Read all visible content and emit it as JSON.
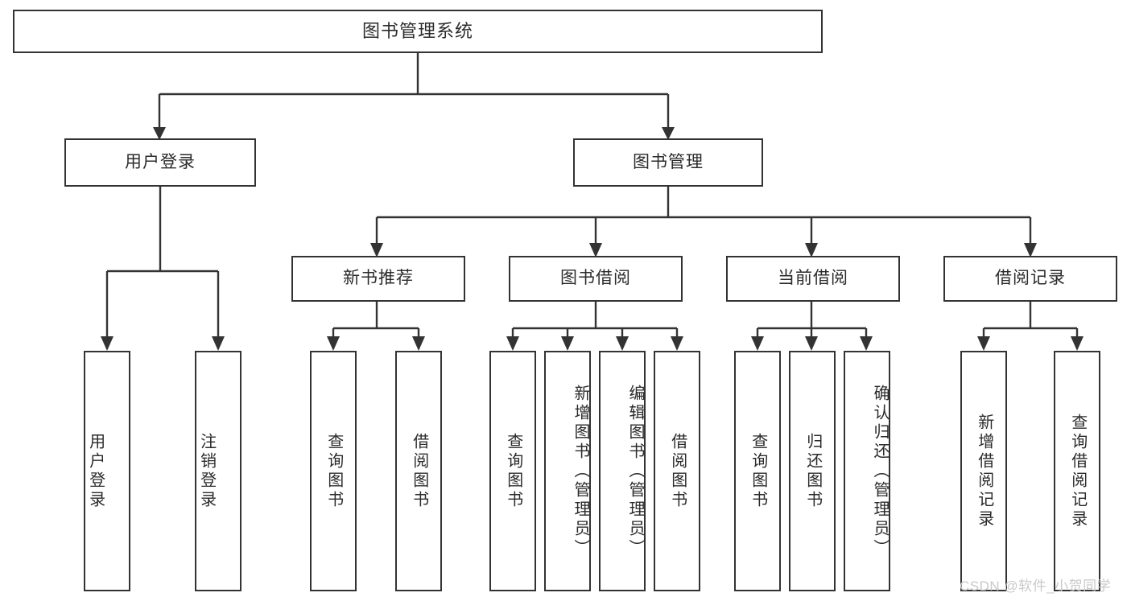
{
  "diagram": {
    "title": "图书管理系统",
    "watermark": "CSDN @软件_小贺同学",
    "level2": {
      "user_login": "用户登录",
      "book_manage": "图书管理"
    },
    "level3": {
      "new_book_recommend": "新书推荐",
      "book_borrow": "图书借阅",
      "current_borrow": "当前借阅",
      "borrow_record": "借阅记录"
    },
    "leaves": {
      "user_login_children": [
        "用户登录",
        "注销登录"
      ],
      "new_book_recommend_children": [
        "查询图书",
        "借阅图书"
      ],
      "book_borrow_children": [
        "查询图书",
        "新增图书（管理员）",
        "编辑图书（管理员）",
        "借阅图书"
      ],
      "current_borrow_children": [
        "查询图书",
        "归还图书",
        "确认归还（管理员）"
      ],
      "borrow_record_children": [
        "新增借阅记录",
        "查询借阅记录"
      ]
    }
  },
  "chart_data": {
    "type": "table",
    "title": "图书管理系统",
    "nodes": [
      {
        "id": "root",
        "label": "图书管理系统",
        "level": 0,
        "parent": null
      },
      {
        "id": "user_login",
        "label": "用户登录",
        "level": 1,
        "parent": "root"
      },
      {
        "id": "book_manage",
        "label": "图书管理",
        "level": 1,
        "parent": "root"
      },
      {
        "id": "user_login_1",
        "label": "用户登录",
        "level": 2,
        "parent": "user_login"
      },
      {
        "id": "user_login_2",
        "label": "注销登录",
        "level": 2,
        "parent": "user_login"
      },
      {
        "id": "new_book_recommend",
        "label": "新书推荐",
        "level": 2,
        "parent": "book_manage"
      },
      {
        "id": "book_borrow",
        "label": "图书借阅",
        "level": 2,
        "parent": "book_manage"
      },
      {
        "id": "current_borrow",
        "label": "当前借阅",
        "level": 2,
        "parent": "book_manage"
      },
      {
        "id": "borrow_record",
        "label": "借阅记录",
        "level": 2,
        "parent": "book_manage"
      },
      {
        "id": "nbr_1",
        "label": "查询图书",
        "level": 3,
        "parent": "new_book_recommend"
      },
      {
        "id": "nbr_2",
        "label": "借阅图书",
        "level": 3,
        "parent": "new_book_recommend"
      },
      {
        "id": "bb_1",
        "label": "查询图书",
        "level": 3,
        "parent": "book_borrow"
      },
      {
        "id": "bb_2",
        "label": "新增图书（管理员）",
        "level": 3,
        "parent": "book_borrow"
      },
      {
        "id": "bb_3",
        "label": "编辑图书（管理员）",
        "level": 3,
        "parent": "book_borrow"
      },
      {
        "id": "bb_4",
        "label": "借阅图书",
        "level": 3,
        "parent": "book_borrow"
      },
      {
        "id": "cb_1",
        "label": "查询图书",
        "level": 3,
        "parent": "current_borrow"
      },
      {
        "id": "cb_2",
        "label": "归还图书",
        "level": 3,
        "parent": "current_borrow"
      },
      {
        "id": "cb_3",
        "label": "确认归还（管理员）",
        "level": 3,
        "parent": "current_borrow"
      },
      {
        "id": "br_1",
        "label": "新增借阅记录",
        "level": 3,
        "parent": "borrow_record"
      },
      {
        "id": "br_2",
        "label": "查询借阅记录",
        "level": 3,
        "parent": "borrow_record"
      }
    ]
  }
}
